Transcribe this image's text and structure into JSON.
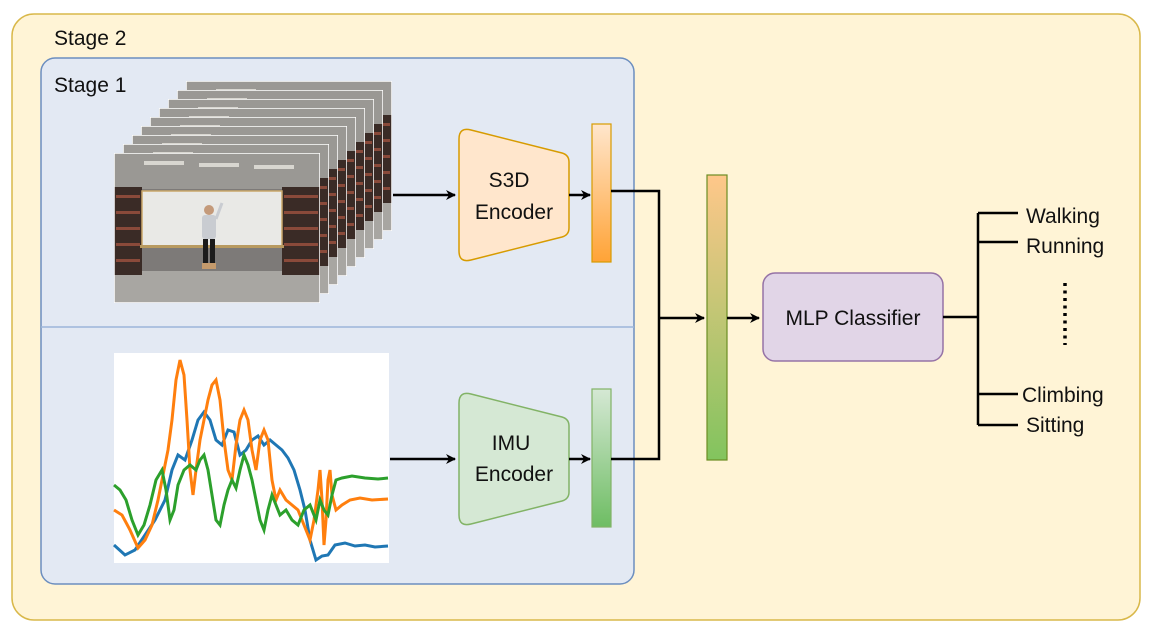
{
  "stage2": {
    "label": "Stage 2",
    "fill": "#FFF4D6",
    "stroke": "#D9B84A"
  },
  "stage1": {
    "label": "Stage 1",
    "fill": "#E3E9F3",
    "stroke": "#6C8EBF"
  },
  "s3d_encoder": {
    "line1": "S3D",
    "line2": "Encoder",
    "fill": "#FFE6CC",
    "stroke": "#D79B00"
  },
  "imu_encoder": {
    "line1": "IMU",
    "line2": "Encoder",
    "fill": "#D5E8D4",
    "stroke": "#82B366"
  },
  "mlp_classifier": {
    "label": "MLP Classifier",
    "fill": "#E1D5E7",
    "stroke": "#9673A6"
  },
  "classes": [
    "Walking",
    "Running",
    "Climbing",
    "Sitting"
  ],
  "ellipsis": "......",
  "colors": {
    "video_feature": [
      "#FFE6CC",
      "#FFA336"
    ],
    "imu_feature": [
      "#D5E8D4",
      "#6EBD63"
    ],
    "fused_feature": [
      "#FFC78A",
      "#82C45E"
    ],
    "imu_signal_blue": "#1F77B4",
    "imu_signal_orange": "#FF7F0E",
    "imu_signal_green": "#2CA02C"
  }
}
